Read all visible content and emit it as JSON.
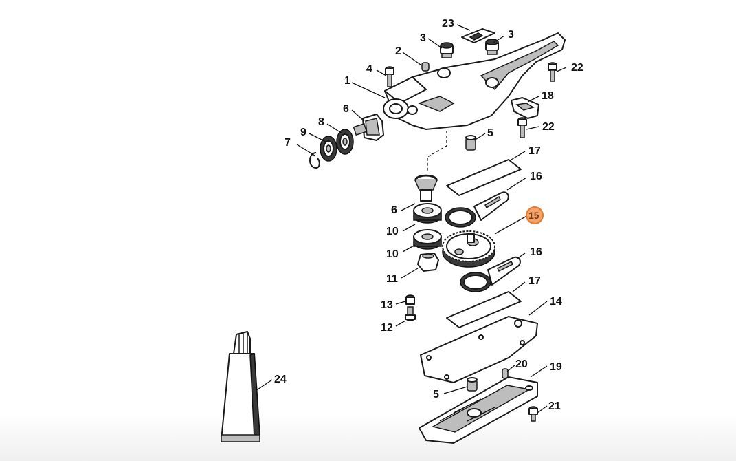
{
  "diagram": {
    "callouts": {
      "c1": "1",
      "c2": "2",
      "c3a": "3",
      "c3b": "3",
      "c4": "4",
      "c5a": "5",
      "c5b": "5",
      "c6a": "6",
      "c6b": "6",
      "c7": "7",
      "c8": "8",
      "c9": "9",
      "c10a": "10",
      "c10b": "10",
      "c11": "11",
      "c12": "12",
      "c13": "13",
      "c14": "14",
      "c15": "15",
      "c16a": "16",
      "c16b": "16",
      "c17a": "17",
      "c17b": "17",
      "c18": "18",
      "c19": "19",
      "c20": "20",
      "c21": "21",
      "c22a": "22",
      "c22b": "22",
      "c23": "23",
      "c24": "24"
    },
    "highlight_color": "#f4a36a"
  }
}
